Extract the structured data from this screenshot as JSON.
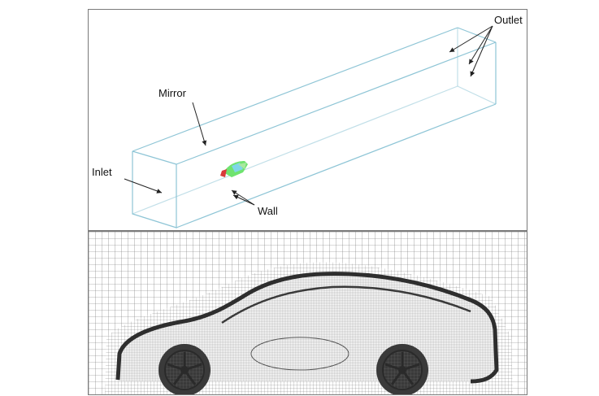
{
  "figure": {
    "top_panel": {
      "labels": {
        "outlet": "Outlet",
        "mirror": "Mirror",
        "inlet": "Inlet",
        "wall": "Wall"
      }
    }
  },
  "colors": {
    "domain_edge": "#8ec5d6",
    "frame": "#7a7a7a",
    "mesh_line": "#6b6b6b",
    "car_surface": "#3a3a3a",
    "car_green": "#6fe36f",
    "car_cyan": "#7fd6e8",
    "car_red": "#d83a3a"
  }
}
